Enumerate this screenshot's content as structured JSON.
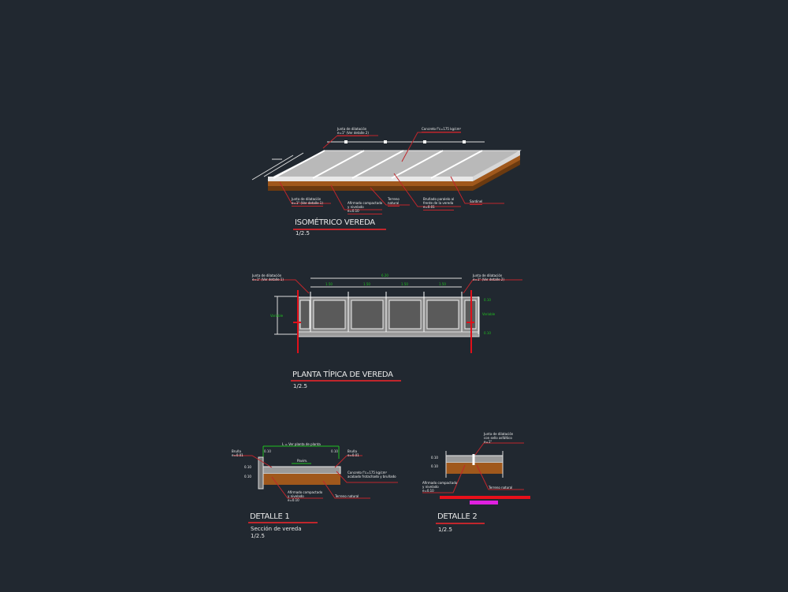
{
  "background": "#212830",
  "colors": {
    "leader": "#c0262c",
    "dimension": "#20c020",
    "text": "#f0f0f0",
    "highlight_red": "#e8101a",
    "highlight_magenta": "#e020e0",
    "slab": "#b0b0b0",
    "base": "#a0581c"
  },
  "isometric": {
    "title": "ISOMÉTRICO VEREDA",
    "scale": "1/2.5",
    "labels": {
      "joint_top": "Junta de dilatación\ne=1\" (Ver detalle 2)",
      "concrete": "Concreto f'c=175 kg/cm²",
      "joint_bottom": "Junta de dilatación\ne=1\" (Ver detalle 1)",
      "fill": "Afirmado compactado\ny nivelado\ne=0.10",
      "natural": "Terreno\nnatural",
      "bruna": "Bruñado paralelo al\nfrente de la vereda\ne=0.01",
      "edge": "Sardinel"
    }
  },
  "plan": {
    "title": "PLANTA TÍPICA DE VEREDA",
    "scale": "1/2.5",
    "labels": {
      "joint_left": "Junta de dilatación\ne=1\" (Ver detalle 1)",
      "joint_right": "Junta de dilatación\ne=1\" (Ver detalle 2)"
    },
    "dims": {
      "total": "6.20",
      "segments": [
        "1.50",
        "1.50",
        "1.50",
        "1.50"
      ],
      "width_left": "Variable",
      "width_right": "Variable",
      "top_right": "0.10",
      "bottom_right": "0.10"
    }
  },
  "detail1": {
    "title": "DETALLE 1",
    "subtitle": "Sección de vereda",
    "scale": "1/2.5",
    "labels": {
      "top_dim": "L = Ver planta de planta",
      "left_bruna": "Bruña\ne=0.01",
      "right_bruna": "Bruña\ne=0.01",
      "left_dim": "0.10",
      "right_dim": "0.10",
      "pavement": "Pavim.",
      "side_a": "0.10",
      "side_b": "0.10",
      "concrete": "Concreto f'c=175 kg/cm²\nacabado frotachado y bruñado",
      "fill": "Afirmado compactado\ny nivelado\ne=0.10",
      "natural": "Terreno natural"
    }
  },
  "detail2": {
    "title": "DETALLE 2",
    "scale": "1/2.5",
    "labels": {
      "joint": "Junta de dilatación\ncon sello asfáltico\ne=1\"",
      "dim_a": "0.10",
      "dim_b": "0.10",
      "fill": "Afirmado compactado\ny nivelado\ne=0.10",
      "natural": "Terreno natural"
    }
  }
}
